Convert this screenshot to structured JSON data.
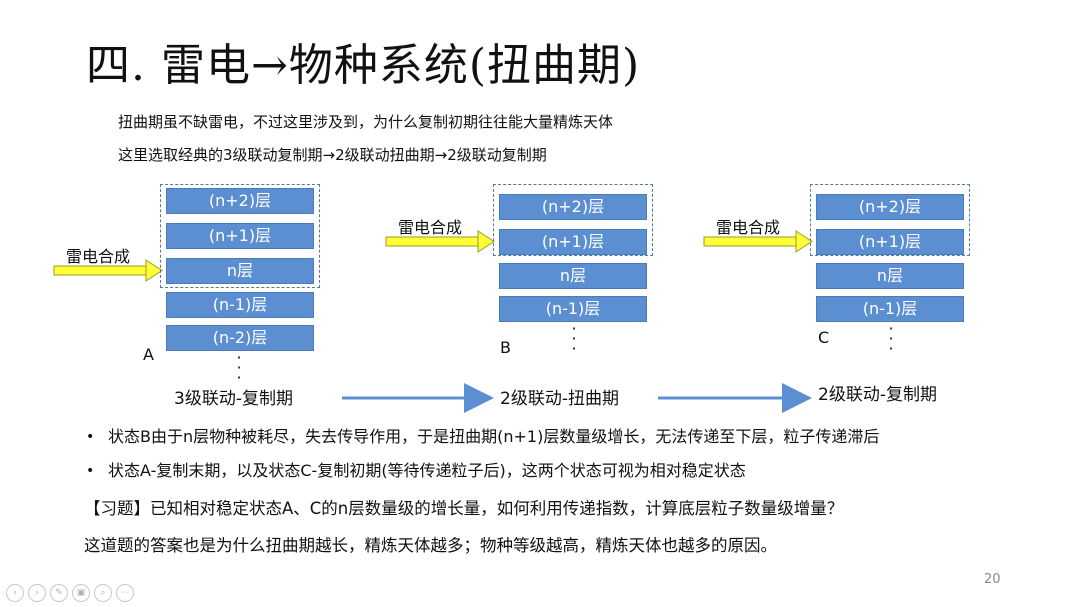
{
  "title": "四. 雷电→物种系统(扭曲期)",
  "intro": [
    "扭曲期虽不缺雷电，不过这里涉及到，为什么复制初期往往能大量精炼天体",
    "这里选取经典的3级联动复制期→2级联动扭曲期→2级联动复制期"
  ],
  "synth_label": "雷电合成",
  "diagrams": [
    {
      "letter": "A",
      "layers": [
        "(n+2)层",
        "(n+1)层",
        "n层",
        "(n-1)层",
        "(n-2)层"
      ],
      "phase": "3级联动-复制期"
    },
    {
      "letter": "B",
      "layers": [
        "(n+2)层",
        "(n+1)层",
        "n层",
        "(n-1)层"
      ],
      "phase": "2级联动-扭曲期"
    },
    {
      "letter": "C",
      "layers": [
        "(n+2)层",
        "(n+1)层",
        "n层",
        "(n-1)层"
      ],
      "phase": "2级联动-复制期"
    }
  ],
  "bullets": [
    "状态B由于n层物种被耗尽，失去传导作用，于是扭曲期(n+1)层数量级增长，无法传递至下层，粒子传递滞后",
    "状态A-复制末期，以及状态C-复制初期(等待传递粒子后)，这两个状态可视为相对稳定状态"
  ],
  "bullet_symbol": "•",
  "exercise": "【习题】已知相对稳定状态A、C的n层数量级的增长量，如何利用传递指数，计算底层粒子数量级增量？",
  "conclusion": "这道题的答案也是为什么扭曲期越长，精炼天体越多；物种等级越高，精炼天体也越多的原因。",
  "page_number": "20",
  "toolbar_icons": [
    "prev-icon",
    "next-icon",
    "pen-icon",
    "slides-icon",
    "zoom-icon",
    "more-icon"
  ],
  "toolbar_glyphs": [
    "‹",
    "›",
    "✎",
    "▣",
    "⌕",
    "⋯"
  ],
  "dots_glyph": "·",
  "colors": {
    "layer_fill": "#5b8fd1",
    "dashed_border": "#4f79a8",
    "synth_arrow": "#ffff33",
    "phase_arrow": "#5b8fd1"
  }
}
